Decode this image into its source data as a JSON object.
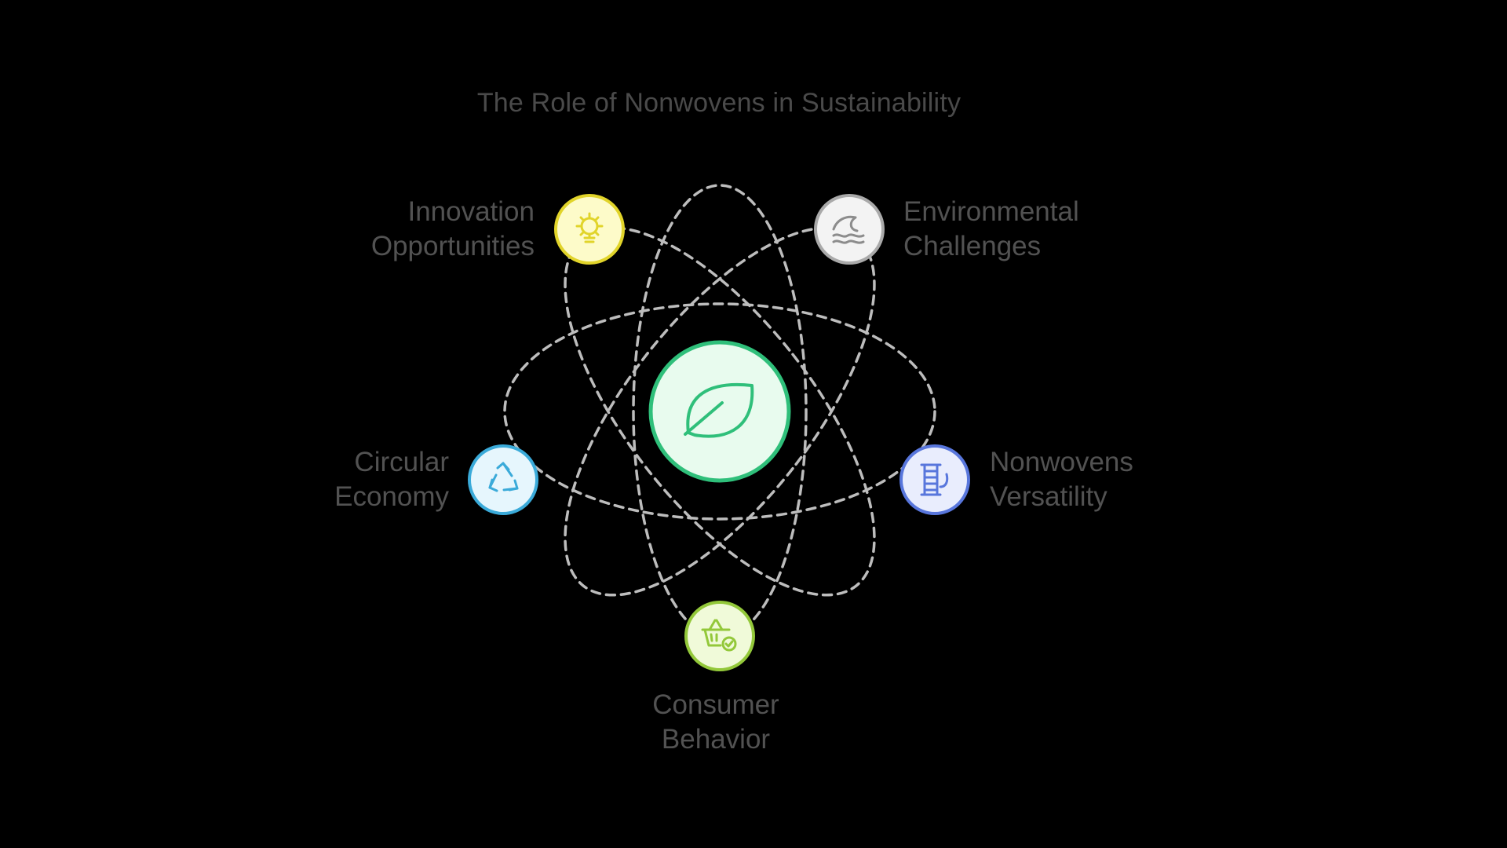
{
  "title": "The Role of Nonwovens in Sustainability",
  "colors": {
    "background": "#000000",
    "orbit": "#bdbdbd",
    "center_fill": "#e8fbee",
    "center_stroke": "#2fbf7a"
  },
  "center": {
    "icon": "leaf-icon"
  },
  "nodes": [
    {
      "id": "innovation",
      "icon": "lightbulb-gear-icon",
      "lines": [
        "Innovation",
        "Opportunities"
      ],
      "fill": "#fdfbc9",
      "stroke": "#e1d42a"
    },
    {
      "id": "environmental",
      "icon": "water-wave-icon",
      "lines": [
        "Environmental",
        "Challenges"
      ],
      "fill": "#f3f3f3",
      "stroke": "#a9a9a9"
    },
    {
      "id": "circular",
      "icon": "recycle-icon",
      "lines": [
        "Circular",
        "Economy"
      ],
      "fill": "#e6f6fd",
      "stroke": "#3aaad9"
    },
    {
      "id": "versatility",
      "icon": "thread-spool-icon",
      "lines": [
        "Nonwovens",
        "Versatility"
      ],
      "fill": "#e9edfd",
      "stroke": "#5876dc"
    },
    {
      "id": "consumer",
      "icon": "shopping-basket-check-icon",
      "lines": [
        "Consumer",
        "Behavior"
      ],
      "fill": "#f0fad9",
      "stroke": "#93c83a"
    }
  ]
}
